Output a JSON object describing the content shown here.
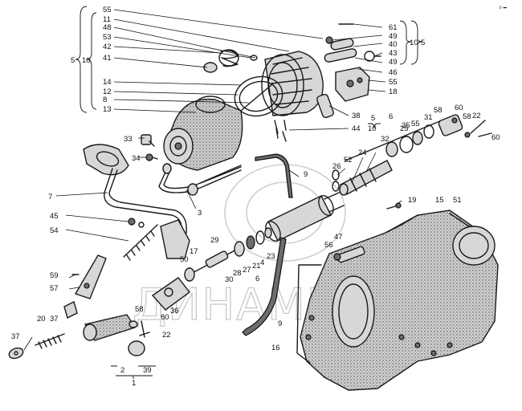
{
  "watermark": "ДИНАМИКА 76",
  "corner_mark": "ᵖ ━",
  "labels": {
    "l55a": "55",
    "l11": "11",
    "l48": "48",
    "l53": "53",
    "l42": "42",
    "l41": "41",
    "l5a": "5",
    "l10a": "10",
    "l14": "14",
    "l12": "12",
    "l8": "8",
    "l13": "13",
    "l61": "61",
    "l49a": "49",
    "l40": "40",
    "l43": "43",
    "l49b": "49",
    "l10b": "10",
    "l5b": "5",
    "l46": "46",
    "l55b": "55",
    "l18": "18",
    "l38": "38",
    "l44": "44",
    "l10c": "10",
    "l5c": "5",
    "l6a": "6",
    "l55c": "55",
    "l31": "31",
    "l58a": "58",
    "l60a": "60",
    "l22a": "22",
    "l58b": "58",
    "l60b": "60",
    "l25": "25",
    "l35": "35",
    "l32": "32",
    "l33": "33",
    "l34": "34",
    "l24": "24",
    "l52": "52",
    "l26": "26",
    "l9a": "9",
    "l7": "7",
    "l3": "3",
    "l19": "19",
    "l15": "15",
    "l51": "51",
    "l45": "45",
    "l54": "54",
    "l29": "29",
    "l47": "47",
    "l56": "56",
    "l17": "17",
    "l50": "50",
    "l23": "23",
    "l4": "4",
    "l21": "21",
    "l27": "27",
    "l28": "28",
    "l30": "30",
    "l6b": "6",
    "l59": "59",
    "l57": "57",
    "l36": "36",
    "l9b": "9",
    "l58c": "58",
    "l60c": "60",
    "l22b": "22",
    "l37a": "37",
    "l20": "20",
    "l37b": "37",
    "l16": "16",
    "l2": "2",
    "l39": "39",
    "l1": "1"
  }
}
